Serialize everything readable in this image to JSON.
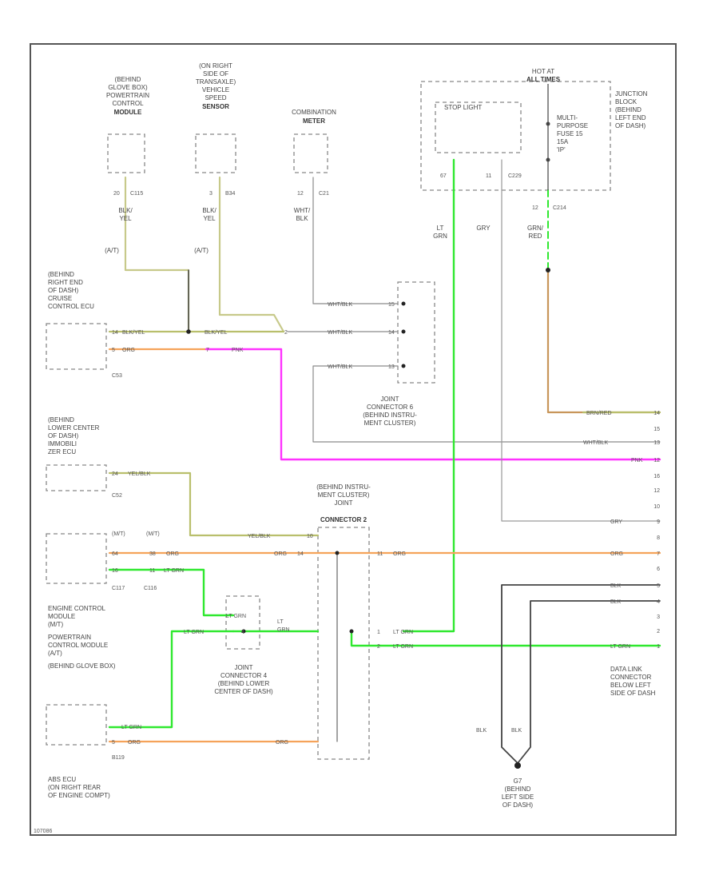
{
  "colors": {
    "yel_blk": "#b9bf6c",
    "blk_yel": "#c7c98a",
    "org": "#f5a35a",
    "pnk": "#ff33ff",
    "lt_grn": "#2fe82f",
    "blk": "#444444",
    "gry": "#9a9a9a",
    "wht_blk": "#8a8a8a",
    "grn_red": "#2fe82f",
    "brn": "#c8965a"
  },
  "ground_icon": "ground-symbol-icon",
  "components": {
    "pcm_top_desc": [
      "(BEHIND",
      "GLOVE BOX)",
      "POWERTRAIN",
      "CONTROL",
      "MODULE"
    ],
    "vss_desc": [
      "(ON RIGHT",
      "SIDE OF",
      "TRANSAXLE)",
      "VEHICLE",
      "SPEED",
      "SENSOR"
    ],
    "combination_meter": [
      "COMBINATION",
      "METER"
    ],
    "hot_at": [
      "HOT AT",
      "ALL TIMES"
    ],
    "stop_light": "STOP LIGHT",
    "junction_block": [
      "JUNCTION",
      "BLOCK",
      "(BEHIND",
      "LEFT END",
      "OF DASH)"
    ],
    "fuse": [
      "MULTI-",
      "PURPOSE",
      "FUSE 15",
      "15A",
      "'IP'"
    ],
    "cruise_desc": [
      "(BEHIND",
      "RIGHT END",
      "OF DASH)",
      "CRUISE",
      "CONTROL ECU"
    ],
    "jc6": [
      "JOINT",
      "CONNECTOR 6",
      "(BEHIND INSTRU-",
      "MENT CLUSTER)"
    ],
    "lower_center_desc": [
      "(BEHIND",
      "LOWER CENTER",
      "OF DASH)",
      "IMMOBILI",
      "ZER ECU"
    ],
    "jc2": [
      "(BEHIND INSTRU-",
      "MENT CLUSTER)",
      "JOINT",
      "CONNECTOR 2"
    ],
    "ecm_desc": [
      "ENGINE CONTROL",
      "MODULE",
      "(M/T)",
      "POWERTRAIN",
      "CONTROL MODULE",
      "(A/T)",
      "(BEHIND GLOVE BOX)"
    ],
    "jc4": [
      "JOINT",
      "CONNECTOR 4",
      "(BEHIND LOWER",
      "CENTER OF DASH)"
    ],
    "dlc": [
      "DATA LINK",
      "CONNECTOR",
      "BELOW LEFT",
      "SIDE OF DASH"
    ],
    "ground_desc": [
      "G7",
      "(BEHIND",
      "LEFT SIDE",
      "OF DASH)"
    ],
    "abs_desc": [
      "ABS ECU",
      "(ON RIGHT REAR",
      "OF ENGINE COMPT)"
    ],
    "footer_code": "107086"
  },
  "connectors": {
    "c115": "C115",
    "b34": "B34",
    "c21": "C21",
    "c229": "C229",
    "c214": "C214",
    "c53": "C53",
    "c52": "C52",
    "c117": "C117",
    "c116": "C116",
    "b119": "B119"
  },
  "pins": {
    "p20": "20",
    "p3": "3",
    "p12": "12",
    "p67": "67",
    "p11": "11",
    "p10": "10",
    "p1": "1",
    "p2": "2",
    "p4": "4",
    "p5": "5",
    "p6": "6",
    "p7": "7",
    "p8": "8",
    "p9": "9",
    "p13": "13",
    "p14": "14",
    "p15": "15",
    "p16": "16",
    "p24": "24",
    "p38": "38",
    "p64": "64"
  },
  "wires": {
    "blk_yel": [
      "BLK/",
      "YEL"
    ],
    "wht_blk": [
      "WHT/",
      "BLK"
    ],
    "lt_grn": [
      "LT",
      "GRN"
    ],
    "gry": "GRY",
    "grn_red": [
      "GRN/",
      "RED"
    ],
    "blk_yel_inline": "BLK/YEL",
    "org": "ORG",
    "pnk": "PNK",
    "wht_blk_inline": "WHT/BLK",
    "yel_blk": "YEL/BLK",
    "lt_grn_inline": "LT GRN",
    "brn_red": "BRN/RED",
    "blk": "BLK",
    "at": "(A/T)",
    "mt": "(M/T)"
  }
}
